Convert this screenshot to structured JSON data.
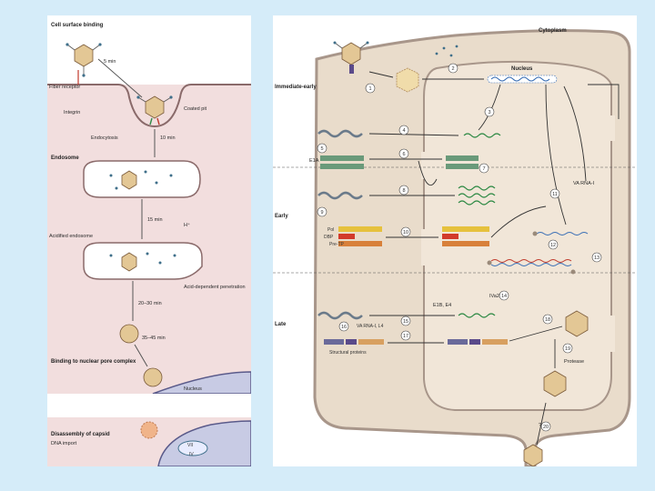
{
  "left": {
    "labels": {
      "cell_surface_binding": "Cell surface binding",
      "t_5min": "5 min",
      "fiber_receptor": "Fiber receptor",
      "integrin": "Integrin",
      "coated_pit": "Coated pit",
      "endocytosis": "Endocytosis",
      "t_10min": "10 min",
      "endosome": "Endosome",
      "t_15min": "15 min",
      "h_plus": "H⁺",
      "acidified_endosome": "Acidified endosome",
      "acid_dependent_penetration": "Acid-dependent penetration",
      "t_20_30min": "20–30 min",
      "t_35_45min": "35–45 min",
      "binding_nuclear_pore": "Binding to nuclear pore complex",
      "nucleus": "Nucleus",
      "disassembly_capsid": "Disassembly of capsid",
      "dna_import": "DNA import",
      "vii": "VII",
      "iv": "IV"
    },
    "colors": {
      "cell": "#f2dede",
      "nucleus": "#c8cbe4",
      "capsid": "#e3c795",
      "edge": "#8a6a6a"
    }
  },
  "right": {
    "labels": {
      "cytoplasm": "Cytoplasm",
      "nucleus": "Nucleus",
      "immediate_early": "Immediate-early",
      "early": "Early",
      "late": "Late",
      "e1a": "E1A",
      "va_rna_1": "VA RNA-I",
      "pol": "Pol",
      "dbp": "DBP",
      "pre_tp": "Pre-TP",
      "ivа2": "IVa2",
      "e1b_e4": "E1B, E4",
      "va_rna_l1_l4": "VA RNA-I, L4",
      "structural_proteins": "Structural proteins",
      "protease": "Protease",
      "question": "?"
    },
    "steps": [
      "1",
      "2",
      "3",
      "4",
      "5",
      "6",
      "7",
      "8",
      "9",
      "10",
      "11",
      "12",
      "13",
      "14",
      "15",
      "16",
      "17",
      "18",
      "19",
      "20"
    ],
    "colors": {
      "cell": "#e9dccb",
      "nucleus": "#f1e6d8",
      "membrane": "#a8968a",
      "mrna": "#2f8a45",
      "dna_red": "#c0392b",
      "dna_blue": "#3a6fb5",
      "yellow": "#e6c13d",
      "red": "#d23a2a",
      "orange": "#d8803a",
      "green": "#6a9a7a",
      "purple": "#5a4a8a"
    }
  }
}
